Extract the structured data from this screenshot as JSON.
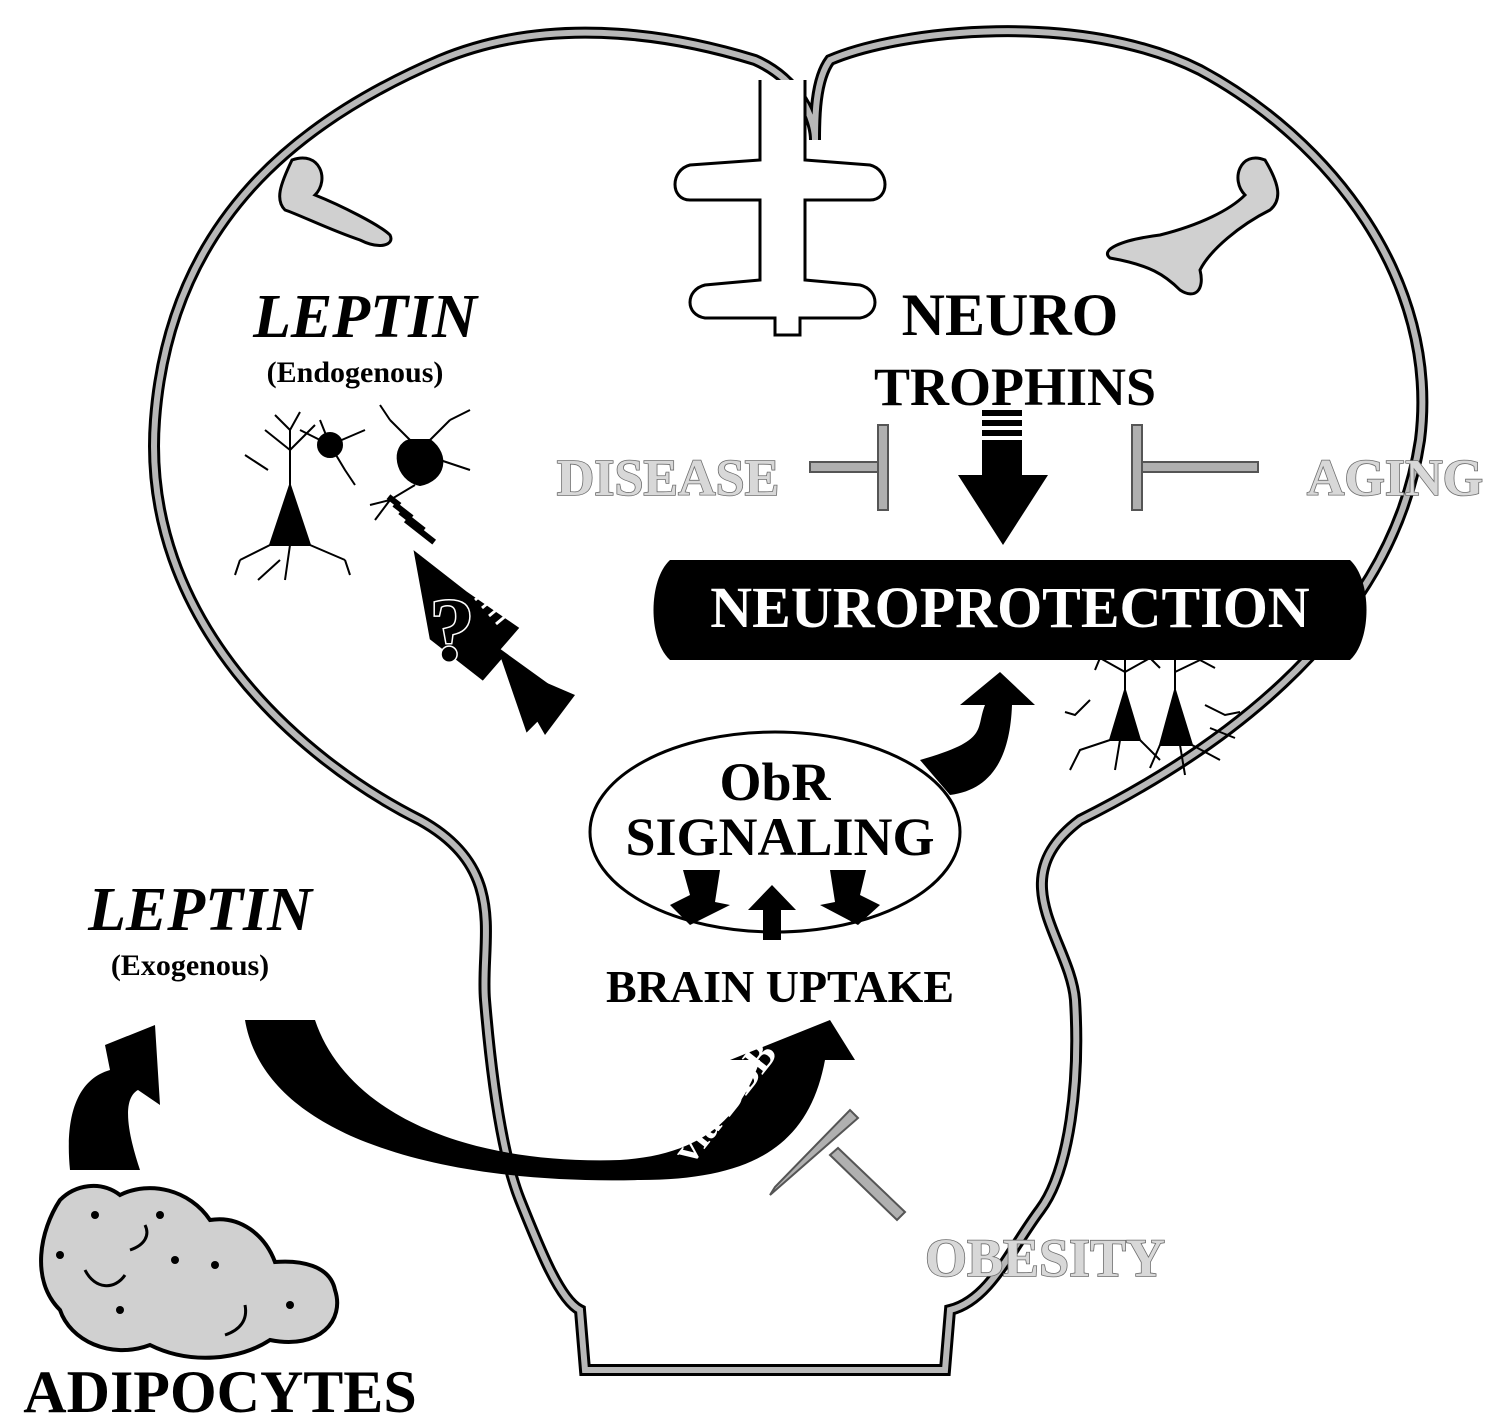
{
  "labels": {
    "leptin_endogenous_title": "LEPTIN",
    "leptin_endogenous_sub": "(Endogenous)",
    "leptin_exogenous_title": "LEPTIN",
    "leptin_exogenous_sub": "(Exogenous)",
    "neurotrophins_line1": "NEURO",
    "neurotrophins_line2": "TROPHINS",
    "disease": "DISEASE",
    "aging": "AGING",
    "neuroprotection": "NEUROPROTECTION",
    "obr_line1": "ObR",
    "obr_line2": "SIGNALING",
    "brain_uptake": "BRAIN UPTAKE",
    "via_bbb": "via BBB",
    "obesity": "OBESITY",
    "adipocytes": "ADIPOCYTES",
    "question_mark": "?"
  },
  "colors": {
    "ink": "#000000",
    "outline_grey": "#9a9a9a",
    "inhibitor_grey": "#a8a8a8",
    "fat_fill": "#d0d0d0"
  },
  "icons": {
    "endogenous_neurons": "neuron-cluster-icon",
    "protected_neurons": "pyramidal-neurons-icon",
    "fat_cell": "adipocyte-blob-icon"
  }
}
